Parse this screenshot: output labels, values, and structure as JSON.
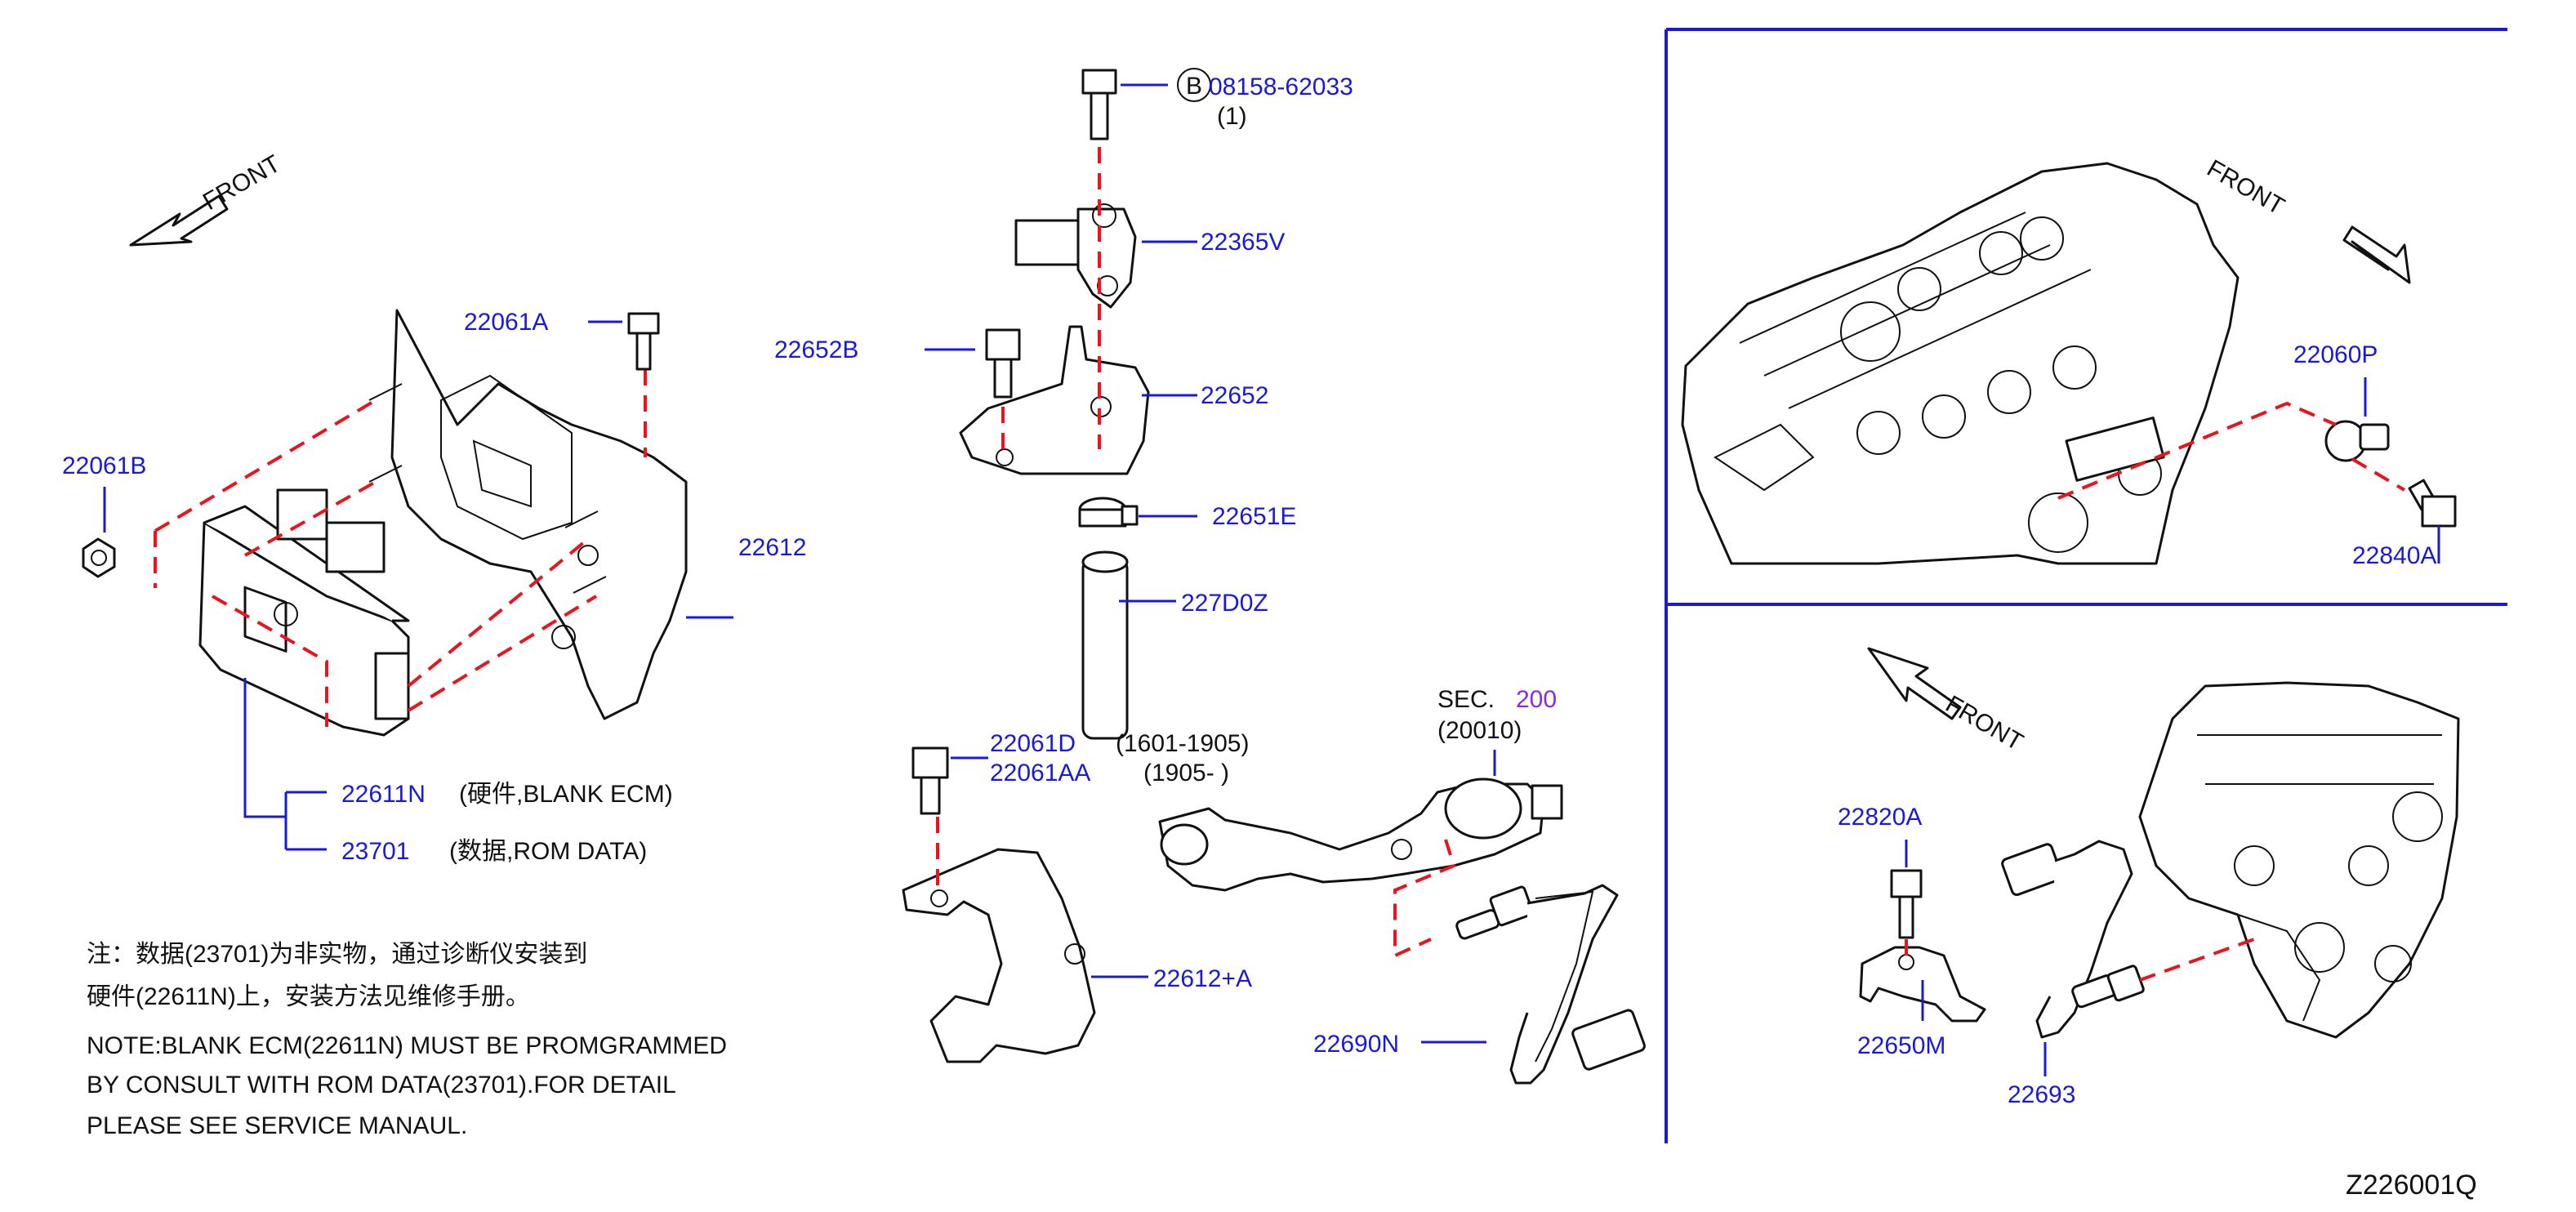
{
  "front_labels": {
    "top_left": "FRONT",
    "top_right": "FRONT",
    "bottom_right": "FRONT"
  },
  "callouts": {
    "p08158": "08158-62033",
    "p08158_qty": "(1)",
    "bolt_symbol": "B",
    "p22365V": "22365V",
    "p22652B": "22652B",
    "p22652": "22652",
    "p22651E": "22651E",
    "p227D0Z": "227D0Z",
    "p22061A": "22061A",
    "p22061B": "22061B",
    "p22612": "22612",
    "p22611N": "22611N",
    "p22611N_note": "(硬件,BLANK   ECM)",
    "p23701": "23701",
    "p23701_note": "(数据,ROM   DATA)",
    "p22061D": "22061D",
    "p22061D_range": "(1601-1905)",
    "p22061AA": "22061AA",
    "p22061AA_range": "(1905-      )",
    "p22612A": "22612+A",
    "sec_label": "SEC.",
    "sec_number": "200",
    "sec_sub": "(20010)",
    "p22690N": "22690N",
    "p22060P": "22060P",
    "p22840A": "22840A",
    "p22820A": "22820A",
    "p22650M": "22650M",
    "p22693": "22693"
  },
  "notes": {
    "cn_line1": "注：数据(23701)为非实物，通过诊断仪安装到",
    "cn_line2": "硬件(22611N)上，安装方法见维修手册。",
    "en_line1": "NOTE:BLANK   ECM(22611N)   MUST   BE   PROMGRAMMED",
    "en_line2": "BY   CONSULT   WITH   ROM   DATA(23701).FOR   DETAIL",
    "en_line3": "PLEASE   SEE   SERVICE   MANAUL."
  },
  "diagram_code": "Z226001Q",
  "colors": {
    "label_blue": "#1a1ad6",
    "leader_red": "#e8141e",
    "section_purple": "#8a2be2",
    "line_black": "#111111"
  }
}
